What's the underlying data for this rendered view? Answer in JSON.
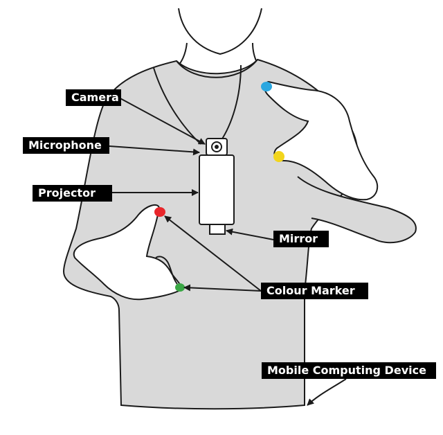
{
  "labels": {
    "camera": "Camera",
    "microphone": "Microphone",
    "projector": "Projector",
    "mirror": "Mirror",
    "colour_marker": "Colour Marker",
    "mobile_computing_device": "Mobile Computing Device"
  },
  "colors": {
    "shirt": "#d9d9d9",
    "outline": "#1a1a1a",
    "label_bg": "#000000",
    "label_text": "#ffffff",
    "marker_blue": "#2aa7e0",
    "marker_yellow": "#f2d51c",
    "marker_red": "#e8262b",
    "marker_green": "#3aa745"
  }
}
